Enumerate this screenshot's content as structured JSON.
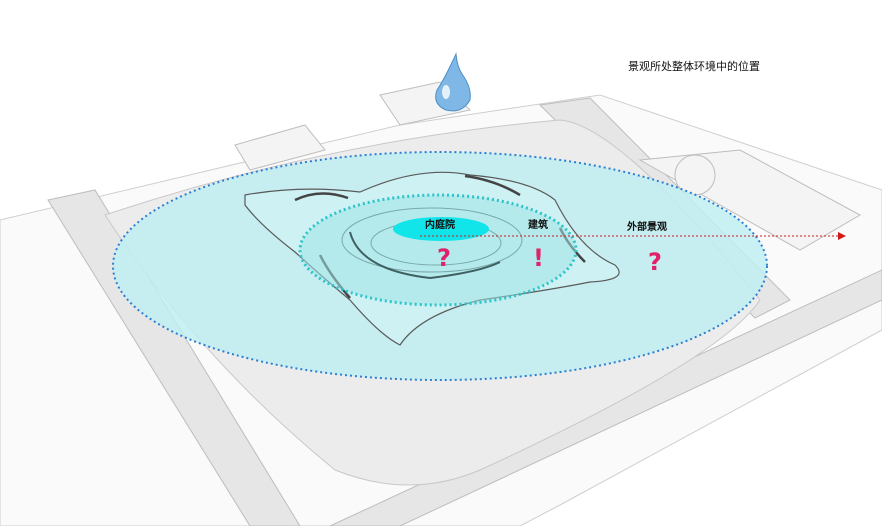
{
  "heading": "景观所处整体环境中的位置",
  "zones": {
    "inner": "内庭院",
    "building": "建筑",
    "outer": "外部景观"
  },
  "marks": {
    "inner": "?",
    "building": "!",
    "outer": "?"
  },
  "colors": {
    "cyan_fill": "#bfeff2",
    "dotted_outer": "#2b7fd1",
    "dotted_inner": "#2cc3c9",
    "inner_court": "#12e5ea",
    "mark": "#e0226a",
    "arrow": "#d11b1b"
  }
}
